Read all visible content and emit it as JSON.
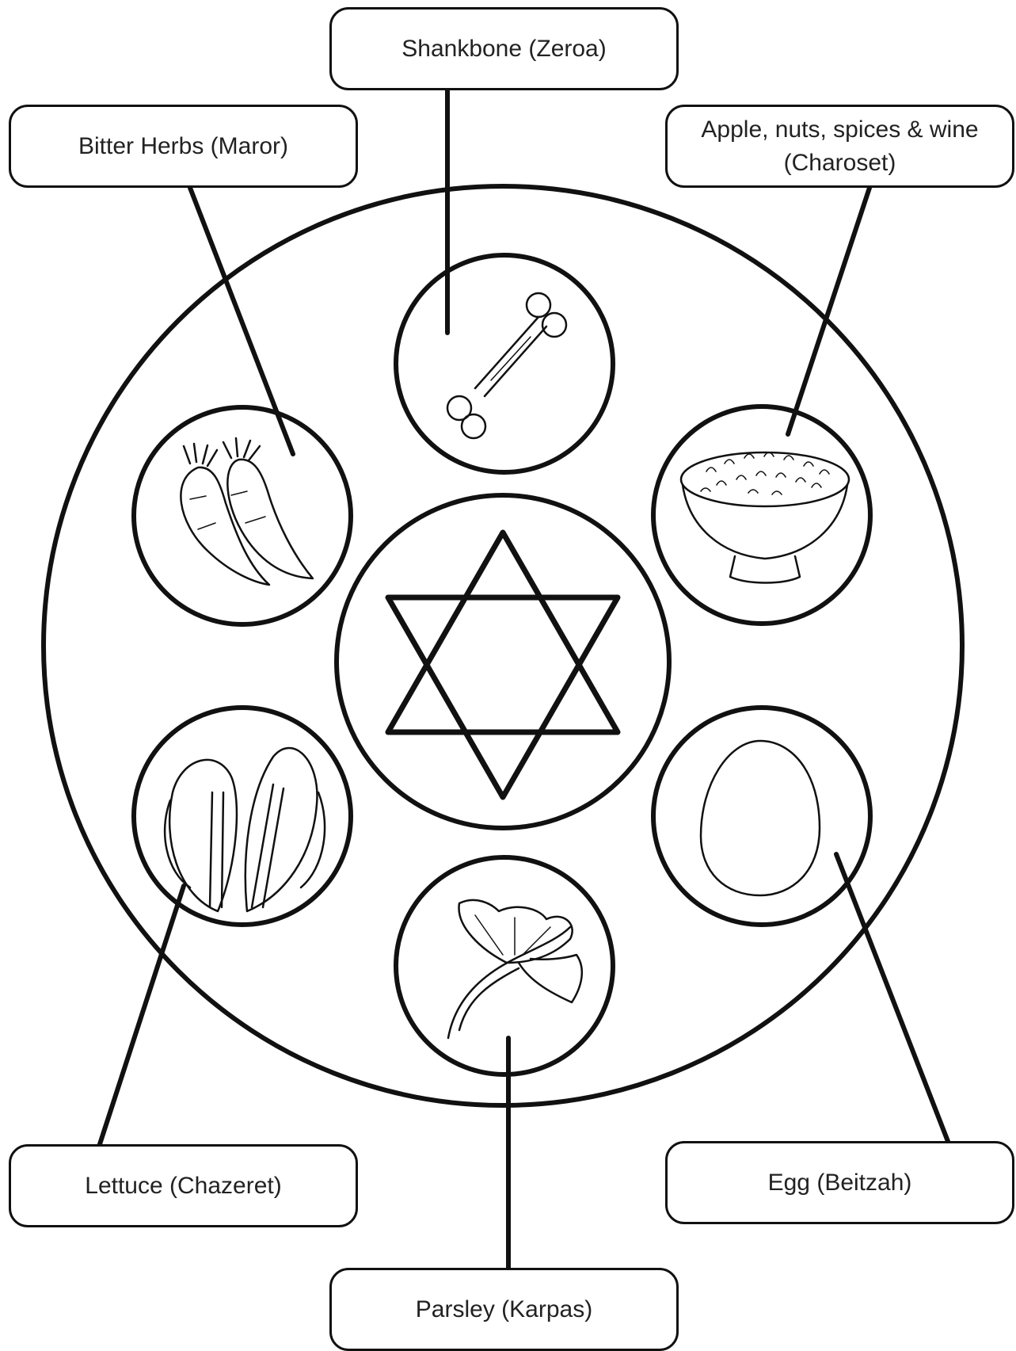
{
  "labels": {
    "shankbone": "Shankbone (Zeroa)",
    "maror": "Bitter Herbs (Maror)",
    "charoset_line1": "Apple, nuts, spices & wine",
    "charoset_line2": "(Charoset)",
    "chazeret": "Lettuce (Chazeret)",
    "beitzah": "Egg (Beitzah)",
    "karpas": "Parsley (Karpas)"
  },
  "items": [
    {
      "id": "shankbone",
      "icon": "bone-icon"
    },
    {
      "id": "maror",
      "icon": "horseradish-icon"
    },
    {
      "id": "charoset",
      "icon": "bowl-icon"
    },
    {
      "id": "chazeret",
      "icon": "lettuce-icon"
    },
    {
      "id": "beitzah",
      "icon": "egg-icon"
    },
    {
      "id": "karpas",
      "icon": "parsley-icon"
    },
    {
      "id": "center",
      "icon": "star-of-david-icon"
    }
  ],
  "colors": {
    "line": "#111111",
    "background": "#ffffff",
    "text": "#222222"
  }
}
